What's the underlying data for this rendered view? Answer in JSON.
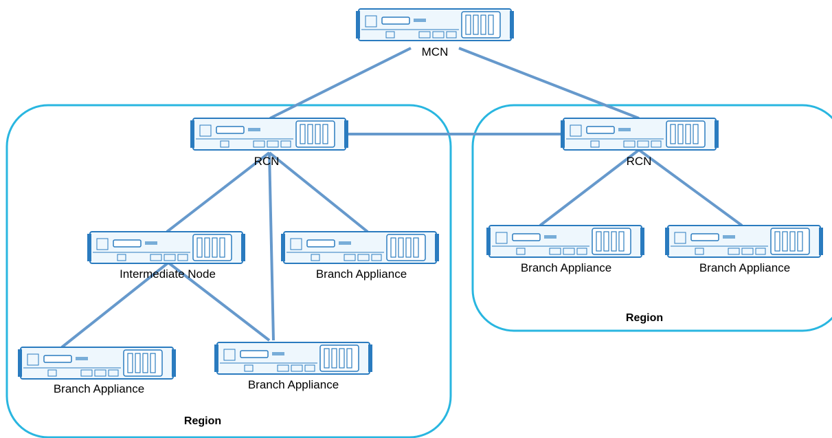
{
  "colors": {
    "region_border": "#29b6e0",
    "link": "#6699cc",
    "device_stroke": "#2a7bbf",
    "device_fill": "#e8f4fc"
  },
  "nodes": {
    "mcn": "MCN",
    "rcn_left": "RCN",
    "rcn_right": "RCN",
    "intermediate": "Intermediate Node",
    "branch_left_mid": "Branch Appliance",
    "branch_left_bottom_1": "Branch Appliance",
    "branch_left_bottom_2": "Branch Appliance",
    "branch_right_1": "Branch Appliance",
    "branch_right_2": "Branch Appliance"
  },
  "regions": {
    "left": "Region",
    "right": "Region"
  },
  "device_icon": "network-appliance-icon"
}
